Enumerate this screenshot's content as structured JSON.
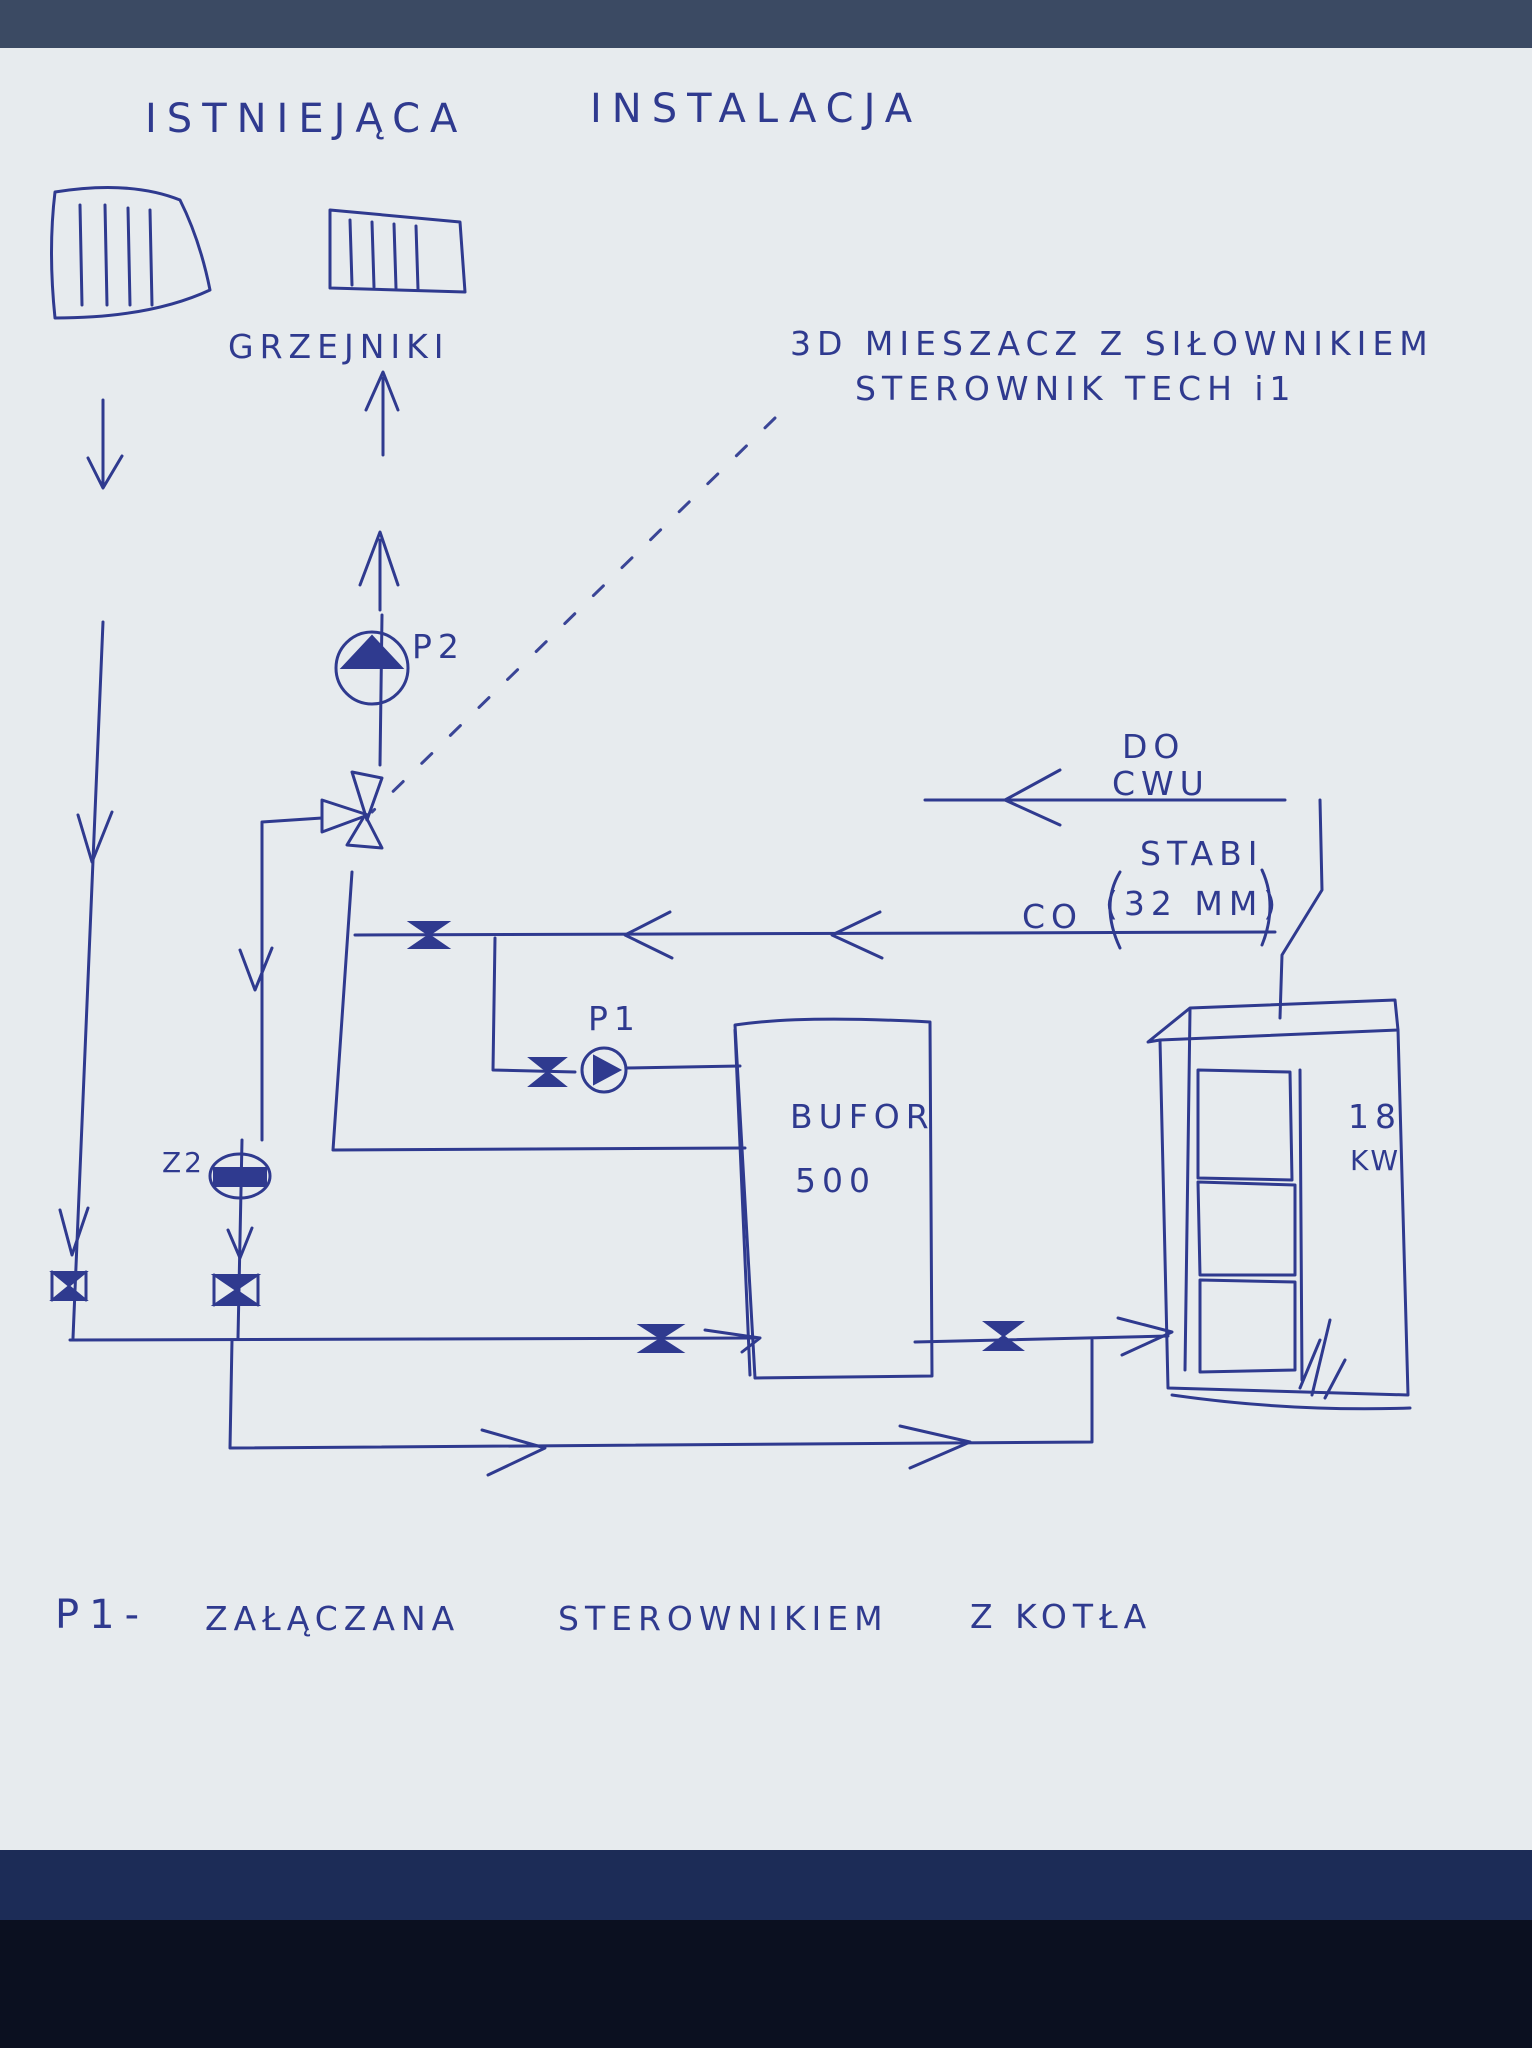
{
  "title_left": "ISTNIEJĄCA",
  "title_right": "INSTALACJA",
  "radiators_label": "GRZEJNIKI",
  "mixer_note": {
    "line1": "3D MIESZACZ Z SIŁOWNIKIEM",
    "line2": "STEROWNIK TECH i1"
  },
  "pumps": {
    "p2": "P2",
    "p1": "P1",
    "z2": "Z2"
  },
  "dhw": {
    "line1": "DO",
    "line2": "CWU"
  },
  "co_pipe": {
    "label": "CO",
    "spec": "(32 MM)",
    "top": "STABI"
  },
  "buffer": {
    "name": "BUFOR",
    "capacity": "500"
  },
  "boiler": {
    "power": "18",
    "unit": "KW"
  },
  "footer_note": {
    "prefix": "P1-",
    "text1": "ZAŁĄCZANA",
    "text2": "STEROWNIKIEM",
    "text3": "Z KOTŁA"
  },
  "colors": {
    "ink": "#2f3a8f",
    "paper": "#e7ebee",
    "frame": "#1c2c57"
  }
}
